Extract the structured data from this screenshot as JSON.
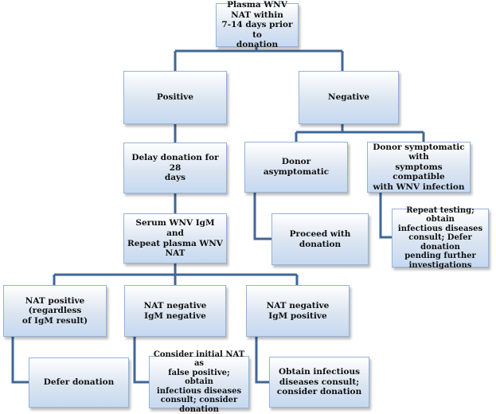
{
  "colors": {
    "connector": "#3f6796",
    "box_border": "#95b3d7",
    "box_fill": "#dbe5f1"
  },
  "nodes": {
    "root": "Plasma WNV NAT within\n7-14 days prior to\ndonation",
    "positive": "Positive",
    "negative": "Negative",
    "delay": "Delay donation for 28\ndays",
    "asymptomatic": "Donor asymptomatic",
    "symptomatic": "Donor symptomatic with\nsymptoms compatible\nwith WNV infection",
    "proceed": "Proceed with donation",
    "repeat_testing": "Repeat testing; obtain\ninfectious diseases\nconsult; Defer donation\npending further\ninvestigations",
    "serum": "Serum WNV IgM and\nRepeat plasma WNV NAT",
    "nat_pos": "NAT positive (regardless\nof IgM result)",
    "nat_neg_igm_neg": "NAT negative\nIgM negative",
    "nat_neg_igm_pos": "NAT negative\nIgM positive",
    "defer": "Defer donation",
    "false_pos": "Consider initial NAT as\nfalse positive; obtain\ninfectious diseases\nconsult; consider\ndonation",
    "consult": "Obtain infectious\ndiseases consult;\nconsider donation"
  }
}
